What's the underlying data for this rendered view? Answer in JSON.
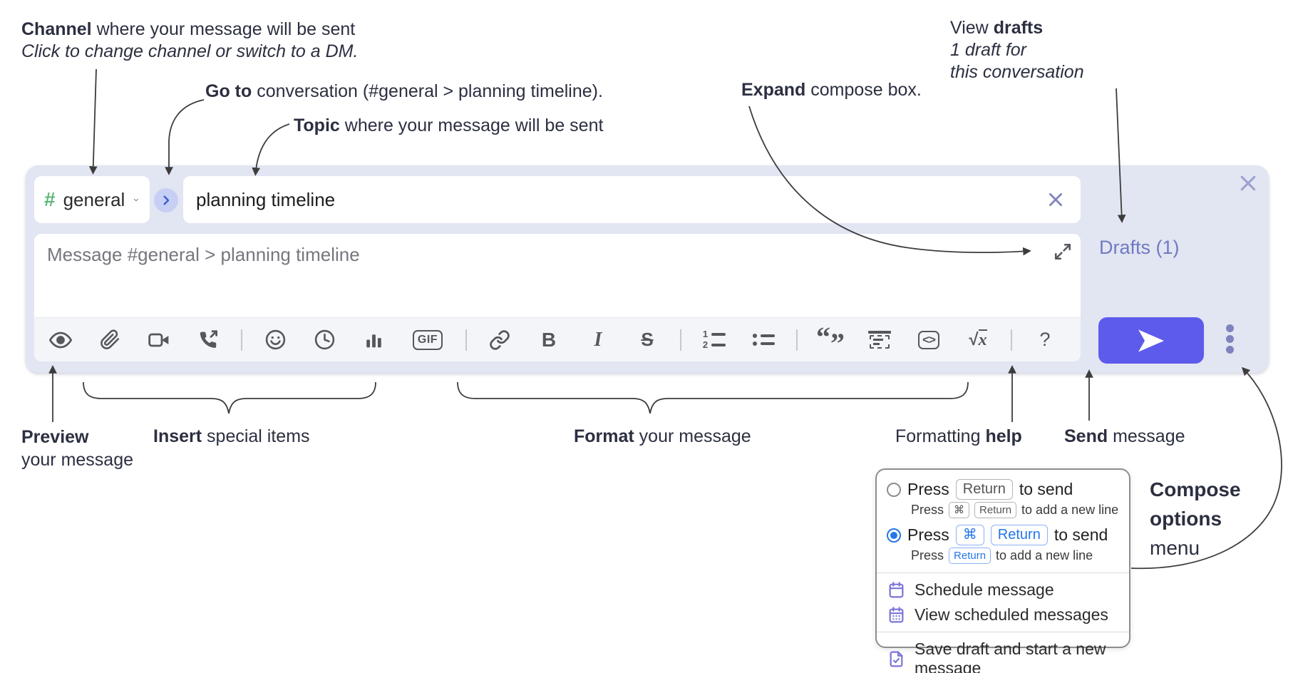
{
  "annotations": {
    "channel": {
      "bold": "Channel",
      "rest": " where your message will be sent",
      "sub": "Click to change channel or switch to a DM."
    },
    "go_to": {
      "bold": "Go to",
      "rest": " conversation (#general > planning timeline)."
    },
    "topic": {
      "bold": "Topic",
      "rest": " where your message will be sent"
    },
    "view_drafts": {
      "pre": "View ",
      "bold": "drafts",
      "line2": "1 draft for",
      "line3": "this conversation"
    },
    "expand": {
      "bold": "Expand",
      "rest": " compose box."
    },
    "preview": {
      "bold": "Preview",
      "line2": "your message"
    },
    "insert": {
      "bold": "Insert",
      "rest": " special items"
    },
    "format": {
      "bold": "Format",
      "rest": " your message"
    },
    "formatting_help": {
      "pre": "Formatting ",
      "bold": "help"
    },
    "send": {
      "bold": "Send",
      "rest": " message"
    },
    "compose_options": {
      "line1": "Compose",
      "line2": "options",
      "line3": "menu"
    }
  },
  "compose": {
    "channel": {
      "hash": "#",
      "name": "general"
    },
    "topic_value": "planning timeline",
    "message_placeholder": "Message #general > planning timeline",
    "drafts_label": "Drafts (1)"
  },
  "toolbar": {
    "icons": [
      "preview",
      "attach-file",
      "start-video-call",
      "start-voice-call",
      "emoji",
      "add-global-time",
      "add-poll",
      "add-gif",
      "link",
      "bold",
      "italic",
      "strikethrough",
      "numbered-list",
      "bulleted-list",
      "quote",
      "spoiler",
      "code",
      "math",
      "message-formatting-help"
    ],
    "gif": "GIF",
    "bold": "B",
    "italic": "I",
    "strike": "S",
    "num1": "1",
    "num2": "2",
    "quote_open": "“",
    "quote_close": "”",
    "code": "<>",
    "sqrt": "√",
    "math_x": "x",
    "help": "?"
  },
  "popup": {
    "press": "Press",
    "key_return": "Return",
    "key_cmd": "⌘",
    "to_send": "to send",
    "to_add_new_line": "to add a new line",
    "items": {
      "schedule": "Schedule message",
      "view_scheduled": "View scheduled messages",
      "save_draft": "Save draft and start a new message"
    }
  },
  "colors": {
    "send_button": "#5d5beb",
    "compose_bg": "#e2e5f2",
    "drafts_link": "#707ac2",
    "channel_hash_green": "#5cb87a",
    "key_blue": "#2476e8",
    "menu_icon_purple": "#7b74d8",
    "toolbar_icon": "#54575c"
  }
}
